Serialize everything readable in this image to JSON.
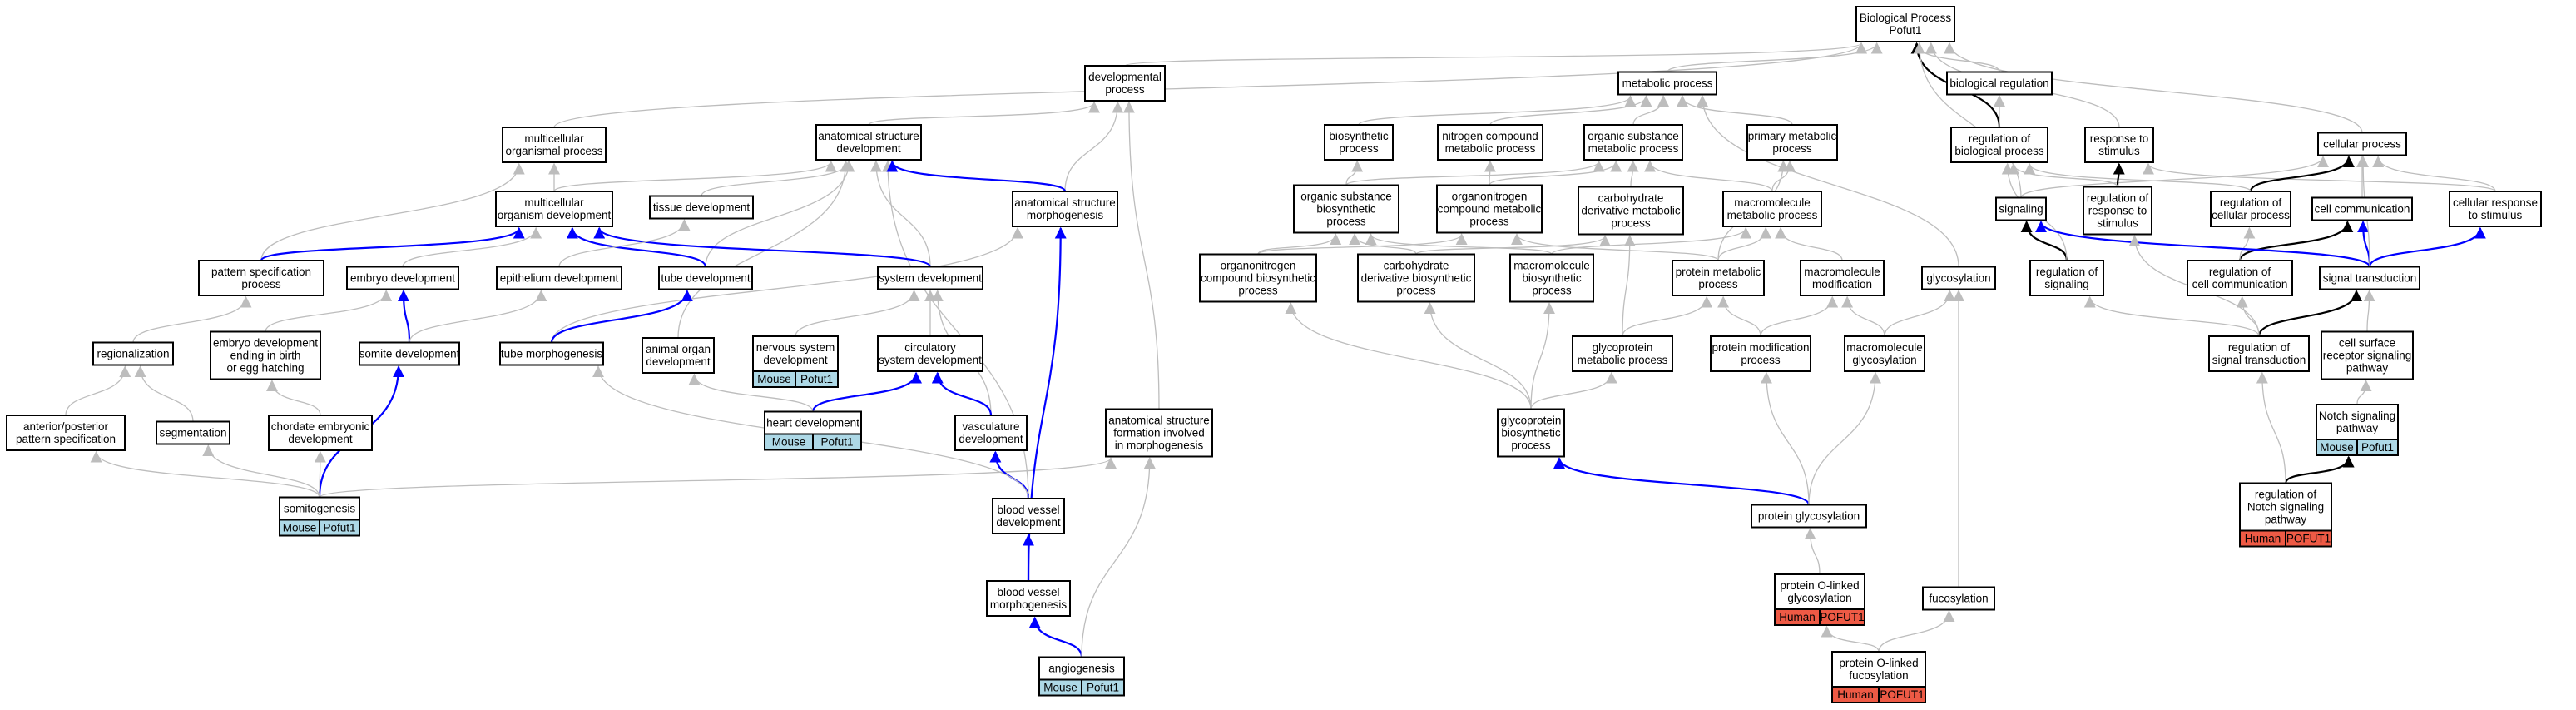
{
  "colors": {
    "edge_gray": "#bdbdbd",
    "edge_blue": "#0000ff",
    "edge_black": "#000000",
    "mouse_tag": "#add8e6",
    "human_tag": "#ee5a45"
  },
  "nodes": {
    "biological_process": {
      "lines": [
        "Biological Process",
        "Pofut1"
      ]
    },
    "developmental_process": {
      "lines": [
        "developmental",
        "process"
      ]
    },
    "metabolic_process": {
      "lines": [
        "metabolic process"
      ]
    },
    "biological_regulation": {
      "lines": [
        "biological regulation"
      ]
    },
    "multicellular_organismal_process": {
      "lines": [
        "multicellular",
        "organismal process"
      ]
    },
    "anatomical_structure_development": {
      "lines": [
        "anatomical structure",
        "development"
      ]
    },
    "biosynthetic_process": {
      "lines": [
        "biosynthetic",
        "process"
      ]
    },
    "nitrogen_compound_metabolic_process": {
      "lines": [
        "nitrogen compound",
        "metabolic process"
      ]
    },
    "organic_substance_metabolic_process": {
      "lines": [
        "organic substance",
        "metabolic process"
      ]
    },
    "primary_metabolic_process": {
      "lines": [
        "primary metabolic",
        "process"
      ]
    },
    "regulation_of_biological_process": {
      "lines": [
        "regulation of",
        "biological process"
      ]
    },
    "response_to_stimulus": {
      "lines": [
        "response to",
        "stimulus"
      ]
    },
    "cellular_process": {
      "lines": [
        "cellular process"
      ]
    },
    "multicellular_organism_development": {
      "lines": [
        "multicellular",
        "organism development"
      ]
    },
    "tissue_development": {
      "lines": [
        "tissue development"
      ]
    },
    "anatomical_structure_morphogenesis": {
      "lines": [
        "anatomical structure",
        "morphogenesis"
      ]
    },
    "organic_substance_biosynthetic_process": {
      "lines": [
        "organic substance",
        "biosynthetic",
        "process"
      ]
    },
    "organonitrogen_compound_metabolic_process": {
      "lines": [
        "organonitrogen",
        "compound metabolic",
        "process"
      ]
    },
    "carbohydrate_derivative_metabolic_process": {
      "lines": [
        "carbohydrate",
        "derivative metabolic",
        "process"
      ]
    },
    "macromolecule_metabolic_process": {
      "lines": [
        "macromolecule",
        "metabolic process"
      ]
    },
    "signaling": {
      "lines": [
        "signaling"
      ]
    },
    "regulation_of_response_to_stimulus": {
      "lines": [
        "regulation of",
        "response to",
        "stimulus"
      ]
    },
    "regulation_of_cellular_process": {
      "lines": [
        "regulation of",
        "cellular process"
      ]
    },
    "cell_communication": {
      "lines": [
        "cell communication"
      ]
    },
    "cellular_response_to_stimulus": {
      "lines": [
        "cellular response",
        "to stimulus"
      ]
    },
    "pattern_specification_process": {
      "lines": [
        "pattern specification",
        "process"
      ]
    },
    "embryo_development": {
      "lines": [
        "embryo development"
      ]
    },
    "epithelium_development": {
      "lines": [
        "epithelium development"
      ]
    },
    "tube_development": {
      "lines": [
        "tube development"
      ]
    },
    "system_development": {
      "lines": [
        "system development"
      ]
    },
    "organonitrogen_compound_biosynthetic_process": {
      "lines": [
        "organonitrogen",
        "compound biosynthetic",
        "process"
      ]
    },
    "carbohydrate_derivative_biosynthetic_process": {
      "lines": [
        "carbohydrate",
        "derivative biosynthetic",
        "process"
      ]
    },
    "macromolecule_biosynthetic_process": {
      "lines": [
        "macromolecule",
        "biosynthetic",
        "process"
      ]
    },
    "protein_metabolic_process": {
      "lines": [
        "protein metabolic",
        "process"
      ]
    },
    "macromolecule_modification": {
      "lines": [
        "macromolecule",
        "modification"
      ]
    },
    "glycosylation": {
      "lines": [
        "glycosylation"
      ]
    },
    "regulation_of_signaling": {
      "lines": [
        "regulation of",
        "signaling"
      ]
    },
    "regulation_of_cell_communication": {
      "lines": [
        "regulation of",
        "cell communication"
      ]
    },
    "signal_transduction": {
      "lines": [
        "signal transduction"
      ]
    },
    "regionalization": {
      "lines": [
        "regionalization"
      ]
    },
    "embryo_development_ending_in_birth": {
      "lines": [
        "embryo development",
        "ending in birth",
        "or egg hatching"
      ]
    },
    "somite_development": {
      "lines": [
        "somite development"
      ]
    },
    "tube_morphogenesis": {
      "lines": [
        "tube morphogenesis"
      ]
    },
    "animal_organ_development": {
      "lines": [
        "animal organ",
        "development"
      ]
    },
    "nervous_system_development": {
      "lines": [
        "nervous system",
        "development"
      ],
      "tag": [
        "Mouse",
        "Pofut1"
      ]
    },
    "circulatory_system_development": {
      "lines": [
        "circulatory",
        "system development"
      ]
    },
    "glycoprotein_metabolic_process": {
      "lines": [
        "glycoprotein",
        "metabolic process"
      ]
    },
    "protein_modification_process": {
      "lines": [
        "protein modification",
        "process"
      ]
    },
    "macromolecule_glycosylation": {
      "lines": [
        "macromolecule",
        "glycosylation"
      ]
    },
    "regulation_of_signal_transduction": {
      "lines": [
        "regulation of",
        "signal transduction"
      ]
    },
    "cell_surface_receptor_signaling_pathway": {
      "lines": [
        "cell surface",
        "receptor signaling",
        "pathway"
      ]
    },
    "anterior_posterior_pattern_specification": {
      "lines": [
        "anterior/posterior",
        "pattern specification"
      ]
    },
    "segmentation": {
      "lines": [
        "segmentation"
      ]
    },
    "chordate_embryonic_development": {
      "lines": [
        "chordate embryonic",
        "development"
      ]
    },
    "heart_development": {
      "lines": [
        "heart development"
      ],
      "tag": [
        "Mouse",
        "Pofut1"
      ]
    },
    "vasculature_development": {
      "lines": [
        "vasculature",
        "development"
      ]
    },
    "anatomical_structure_formation": {
      "lines": [
        "anatomical structure",
        "formation involved",
        "in morphogenesis"
      ]
    },
    "glycoprotein_biosynthetic_process": {
      "lines": [
        "glycoprotein",
        "biosynthetic",
        "process"
      ]
    },
    "notch_signaling_pathway": {
      "lines": [
        "Notch signaling",
        "pathway"
      ],
      "tag": [
        "Mouse",
        "Pofut1"
      ]
    },
    "somitogenesis": {
      "lines": [
        "somitogenesis"
      ],
      "tag": [
        "Mouse",
        "Pofut1"
      ]
    },
    "blood_vessel_development": {
      "lines": [
        "blood vessel",
        "development"
      ]
    },
    "protein_glycosylation": {
      "lines": [
        "protein glycosylation"
      ]
    },
    "regulation_of_notch_signaling_pathway": {
      "lines": [
        "regulation of",
        "Notch signaling",
        "pathway"
      ],
      "tag": [
        "Human",
        "POFUT1"
      ]
    },
    "blood_vessel_morphogenesis": {
      "lines": [
        "blood vessel",
        "morphogenesis"
      ]
    },
    "protein_o_linked_glycosylation": {
      "lines": [
        "protein O-linked",
        "glycosylation"
      ],
      "tag": [
        "Human",
        "POFUT1"
      ]
    },
    "fucosylation": {
      "lines": [
        "fucosylation"
      ]
    },
    "angiogenesis": {
      "lines": [
        "angiogenesis"
      ],
      "tag": [
        "Mouse",
        "Pofut1"
      ]
    },
    "protein_o_linked_fucosylation": {
      "lines": [
        "protein O-linked",
        "fucosylation"
      ],
      "tag": [
        "Human",
        "POFUT1"
      ]
    }
  },
  "edges": [
    [
      "developmental_process",
      "biological_process",
      "gray"
    ],
    [
      "metabolic_process",
      "biological_process",
      "gray"
    ],
    [
      "biological_regulation",
      "biological_process",
      "gray"
    ],
    [
      "multicellular_organismal_process",
      "biological_process",
      "gray"
    ],
    [
      "response_to_stimulus",
      "biological_process",
      "gray"
    ],
    [
      "cellular_process",
      "biological_process",
      "gray"
    ],
    [
      "regulation_of_biological_process",
      "biological_process",
      "black"
    ],
    [
      "regulation_of_biological_process",
      "biological_regulation",
      "gray"
    ],
    [
      "anatomical_structure_development",
      "developmental_process",
      "gray"
    ],
    [
      "anatomical_structure_morphogenesis",
      "developmental_process",
      "gray"
    ],
    [
      "anatomical_structure_formation",
      "developmental_process",
      "gray"
    ],
    [
      "multicellular_organism_development",
      "multicellular_organismal_process",
      "gray"
    ],
    [
      "multicellular_organism_development",
      "anatomical_structure_development",
      "gray"
    ],
    [
      "tissue_development",
      "anatomical_structure_development",
      "gray"
    ],
    [
      "tube_development",
      "anatomical_structure_development",
      "gray"
    ],
    [
      "system_development",
      "anatomical_structure_development",
      "gray"
    ],
    [
      "animal_organ_development",
      "anatomical_structure_development",
      "gray"
    ],
    [
      "blood_vessel_development",
      "anatomical_structure_development",
      "gray"
    ],
    [
      "anatomical_structure_morphogenesis",
      "anatomical_structure_development",
      "blue"
    ],
    [
      "pattern_specification_process",
      "multicellular_organismal_process",
      "gray"
    ],
    [
      "pattern_specification_process",
      "multicellular_organism_development",
      "blue"
    ],
    [
      "embryo_development",
      "multicellular_organism_development",
      "gray"
    ],
    [
      "tube_development",
      "multicellular_organism_development",
      "blue"
    ],
    [
      "system_development",
      "multicellular_organism_development",
      "blue"
    ],
    [
      "epithelium_development",
      "tissue_development",
      "gray"
    ],
    [
      "tube_morphogenesis",
      "anatomical_structure_morphogenesis",
      "gray"
    ],
    [
      "tube_morphogenesis",
      "tube_development",
      "blue"
    ],
    [
      "somite_development",
      "embryo_development",
      "blue"
    ],
    [
      "somite_development",
      "epithelium_development",
      "gray"
    ],
    [
      "embryo_development_ending_in_birth",
      "embryo_development",
      "gray"
    ],
    [
      "regionalization",
      "pattern_specification_process",
      "gray"
    ],
    [
      "anterior_posterior_pattern_specification",
      "regionalization",
      "gray"
    ],
    [
      "segmentation",
      "regionalization",
      "gray"
    ],
    [
      "chordate_embryonic_development",
      "embryo_development_ending_in_birth",
      "gray"
    ],
    [
      "somitogenesis",
      "somite_development",
      "blue"
    ],
    [
      "somitogenesis",
      "anterior_posterior_pattern_specification",
      "gray"
    ],
    [
      "somitogenesis",
      "segmentation",
      "gray"
    ],
    [
      "somitogenesis",
      "chordate_embryonic_development",
      "gray"
    ],
    [
      "somitogenesis",
      "anatomical_structure_formation",
      "gray"
    ],
    [
      "nervous_system_development",
      "system_development",
      "gray"
    ],
    [
      "circulatory_system_development",
      "system_development",
      "gray"
    ],
    [
      "vasculature_development",
      "system_development",
      "gray"
    ],
    [
      "vasculature_development",
      "circulatory_system_development",
      "blue"
    ],
    [
      "heart_development",
      "circulatory_system_development",
      "blue"
    ],
    [
      "heart_development",
      "animal_organ_development",
      "gray"
    ],
    [
      "blood_vessel_development",
      "vasculature_development",
      "blue"
    ],
    [
      "blood_vessel_development",
      "tube_morphogenesis",
      "gray"
    ],
    [
      "blood_vessel_morphogenesis",
      "blood_vessel_development",
      "blue"
    ],
    [
      "blood_vessel_morphogenesis",
      "anatomical_structure_morphogenesis",
      "blue"
    ],
    [
      "angiogenesis",
      "blood_vessel_morphogenesis",
      "blue"
    ],
    [
      "angiogenesis",
      "anatomical_structure_formation",
      "gray"
    ],
    [
      "biosynthetic_process",
      "metabolic_process",
      "gray"
    ],
    [
      "nitrogen_compound_metabolic_process",
      "metabolic_process",
      "gray"
    ],
    [
      "organic_substance_metabolic_process",
      "metabolic_process",
      "gray"
    ],
    [
      "primary_metabolic_process",
      "metabolic_process",
      "gray"
    ],
    [
      "glycosylation",
      "metabolic_process",
      "gray"
    ],
    [
      "organic_substance_biosynthetic_process",
      "biosynthetic_process",
      "gray"
    ],
    [
      "organic_substance_biosynthetic_process",
      "organic_substance_metabolic_process",
      "gray"
    ],
    [
      "organonitrogen_compound_metabolic_process",
      "nitrogen_compound_metabolic_process",
      "gray"
    ],
    [
      "organonitrogen_compound_metabolic_process",
      "organic_substance_metabolic_process",
      "gray"
    ],
    [
      "carbohydrate_derivative_metabolic_process",
      "organic_substance_metabolic_process",
      "gray"
    ],
    [
      "macromolecule_metabolic_process",
      "organic_substance_metabolic_process",
      "gray"
    ],
    [
      "macromolecule_metabolic_process",
      "primary_metabolic_process",
      "gray"
    ],
    [
      "organonitrogen_compound_biosynthetic_process",
      "organic_substance_biosynthetic_process",
      "gray"
    ],
    [
      "organonitrogen_compound_biosynthetic_process",
      "organonitrogen_compound_metabolic_process",
      "gray"
    ],
    [
      "carbohydrate_derivative_biosynthetic_process",
      "organic_substance_biosynthetic_process",
      "gray"
    ],
    [
      "carbohydrate_derivative_biosynthetic_process",
      "carbohydrate_derivative_metabolic_process",
      "gray"
    ],
    [
      "macromolecule_biosynthetic_process",
      "organic_substance_biosynthetic_process",
      "gray"
    ],
    [
      "macromolecule_biosynthetic_process",
      "macromolecule_metabolic_process",
      "gray"
    ],
    [
      "protein_metabolic_process",
      "organonitrogen_compound_metabolic_process",
      "gray"
    ],
    [
      "protein_metabolic_process",
      "macromolecule_metabolic_process",
      "gray"
    ],
    [
      "protein_metabolic_process",
      "primary_metabolic_process",
      "gray"
    ],
    [
      "macromolecule_modification",
      "macromolecule_metabolic_process",
      "gray"
    ],
    [
      "glycoprotein_metabolic_process",
      "carbohydrate_derivative_metabolic_process",
      "gray"
    ],
    [
      "glycoprotein_metabolic_process",
      "protein_metabolic_process",
      "gray"
    ],
    [
      "protein_modification_process",
      "protein_metabolic_process",
      "gray"
    ],
    [
      "protein_modification_process",
      "macromolecule_modification",
      "gray"
    ],
    [
      "macromolecule_glycosylation",
      "macromolecule_modification",
      "gray"
    ],
    [
      "macromolecule_glycosylation",
      "glycosylation",
      "gray"
    ],
    [
      "glycoprotein_biosynthetic_process",
      "organonitrogen_compound_biosynthetic_process",
      "gray"
    ],
    [
      "glycoprotein_biosynthetic_process",
      "carbohydrate_derivative_biosynthetic_process",
      "gray"
    ],
    [
      "glycoprotein_biosynthetic_process",
      "macromolecule_biosynthetic_process",
      "gray"
    ],
    [
      "glycoprotein_biosynthetic_process",
      "glycoprotein_metabolic_process",
      "gray"
    ],
    [
      "protein_glycosylation",
      "glycoprotein_biosynthetic_process",
      "blue"
    ],
    [
      "protein_glycosylation",
      "protein_modification_process",
      "gray"
    ],
    [
      "protein_glycosylation",
      "macromolecule_glycosylation",
      "gray"
    ],
    [
      "protein_o_linked_glycosylation",
      "protein_glycosylation",
      "gray"
    ],
    [
      "protein_o_linked_fucosylation",
      "protein_o_linked_glycosylation",
      "gray"
    ],
    [
      "protein_o_linked_fucosylation",
      "fucosylation",
      "gray"
    ],
    [
      "fucosylation",
      "glycosylation",
      "gray"
    ],
    [
      "signaling",
      "cellular_process",
      "gray"
    ],
    [
      "signaling",
      "biological_process",
      "gray"
    ],
    [
      "cell_communication",
      "cellular_process",
      "gray"
    ],
    [
      "cellular_response_to_stimulus",
      "cellular_process",
      "gray"
    ],
    [
      "cellular_response_to_stimulus",
      "response_to_stimulus",
      "gray"
    ],
    [
      "regulation_of_cellular_process",
      "cellular_process",
      "black"
    ],
    [
      "regulation_of_cellular_process",
      "regulation_of_biological_process",
      "gray"
    ],
    [
      "regulation_of_response_to_stimulus",
      "response_to_stimulus",
      "black"
    ],
    [
      "regulation_of_response_to_stimulus",
      "regulation_of_biological_process",
      "gray"
    ],
    [
      "regulation_of_signaling",
      "signaling",
      "black"
    ],
    [
      "regulation_of_signaling",
      "regulation_of_biological_process",
      "gray"
    ],
    [
      "regulation_of_cell_communication",
      "cell_communication",
      "black"
    ],
    [
      "regulation_of_cell_communication",
      "regulation_of_cellular_process",
      "gray"
    ],
    [
      "signal_transduction",
      "signaling",
      "blue"
    ],
    [
      "signal_transduction",
      "cell_communication",
      "blue"
    ],
    [
      "signal_transduction",
      "cellular_response_to_stimulus",
      "blue"
    ],
    [
      "signal_transduction",
      "cellular_process",
      "gray"
    ],
    [
      "regulation_of_signal_transduction",
      "signal_transduction",
      "black"
    ],
    [
      "regulation_of_signal_transduction",
      "regulation_of_signaling",
      "gray"
    ],
    [
      "regulation_of_signal_transduction",
      "regulation_of_cell_communication",
      "gray"
    ],
    [
      "regulation_of_signal_transduction",
      "regulation_of_response_to_stimulus",
      "gray"
    ],
    [
      "cell_surface_receptor_signaling_pathway",
      "signal_transduction",
      "gray"
    ],
    [
      "notch_signaling_pathway",
      "cell_surface_receptor_signaling_pathway",
      "gray"
    ],
    [
      "regulation_of_notch_signaling_pathway",
      "notch_signaling_pathway",
      "black"
    ],
    [
      "regulation_of_notch_signaling_pathway",
      "regulation_of_signal_transduction",
      "gray"
    ]
  ]
}
